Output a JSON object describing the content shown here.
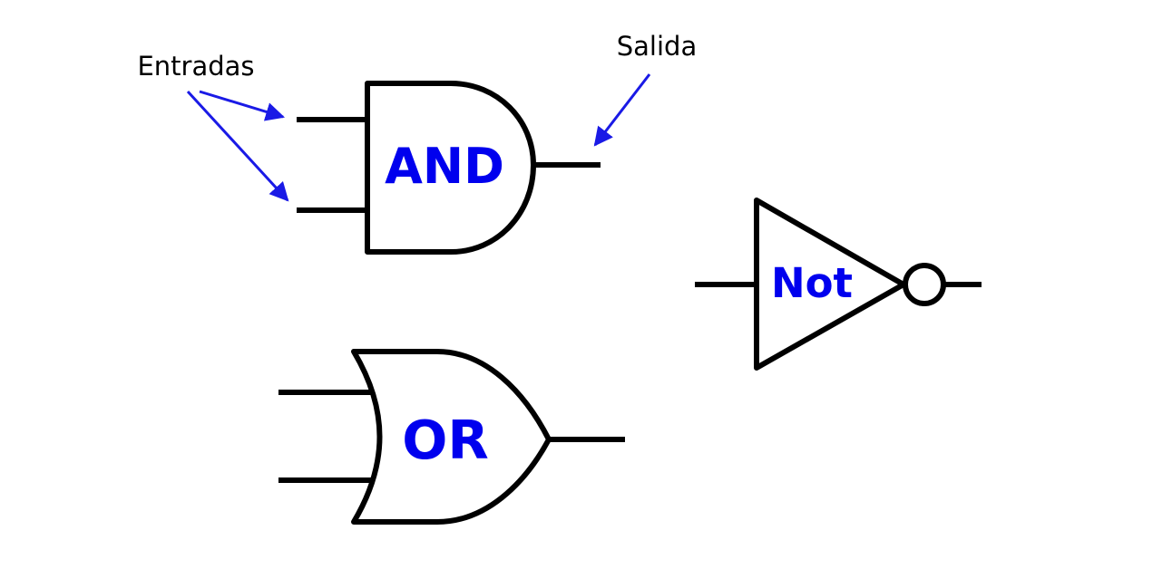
{
  "colors": {
    "stroke": "#000000",
    "gate_label": "#0000ee",
    "annotation_arrow": "#1a1ae6",
    "annotation_text": "#000000",
    "background": "#ffffff"
  },
  "annotations": {
    "inputs_label": "Entradas",
    "output_label": "Salida"
  },
  "gates": {
    "and": {
      "label": "AND"
    },
    "or": {
      "label": "OR"
    },
    "not": {
      "label": "Not"
    }
  }
}
